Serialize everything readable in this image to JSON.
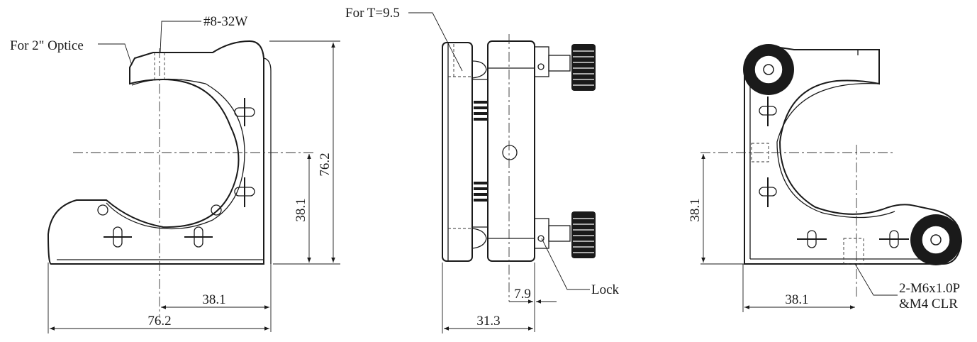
{
  "callouts": {
    "optic": "For 2\" Optice",
    "thread": "#8-32W",
    "thickness": "For T=9.5",
    "lock": "Lock",
    "mount_holes_line1": "2-M6x1.0P",
    "mount_holes_line2": "&M4 CLR"
  },
  "dimensions": {
    "front_height_total": "76.2",
    "front_height_center": "38.1",
    "front_width_center": "38.1",
    "front_width_total": "76.2",
    "side_thickness_offset": "7.9",
    "side_depth_total": "31.3",
    "back_height_center": "38.1",
    "back_width_center": "38.1"
  }
}
